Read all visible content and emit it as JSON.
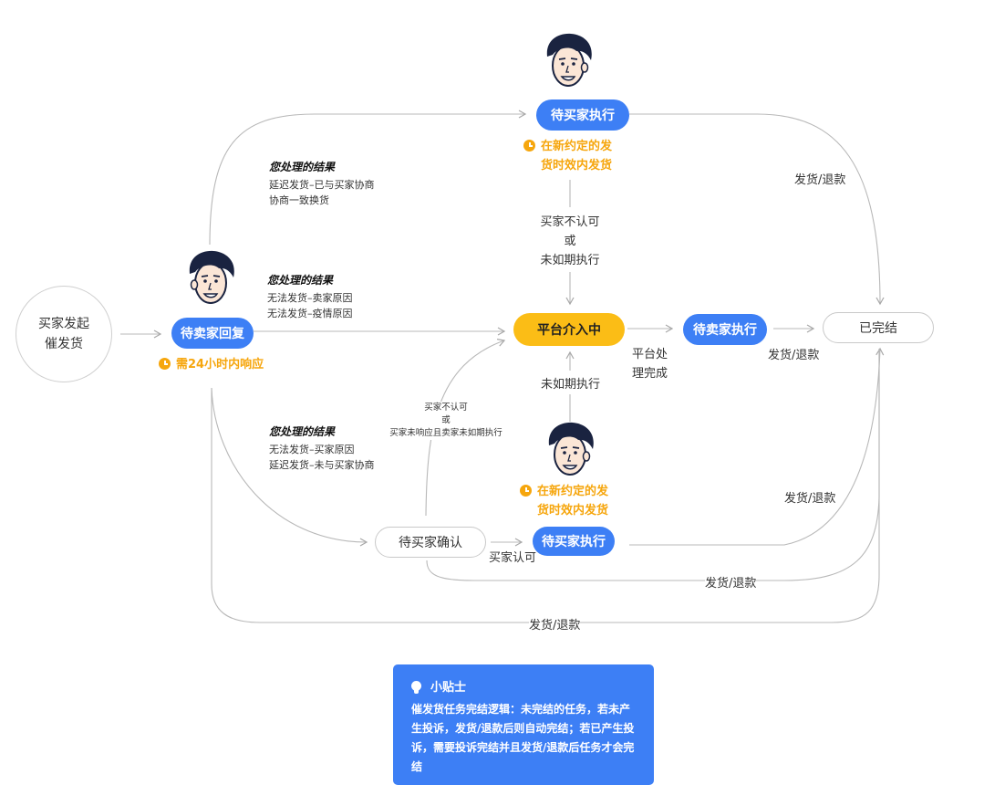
{
  "nodes": {
    "start": {
      "line1": "买家发起",
      "line2": "催发货"
    },
    "wait_seller_reply": "待卖家回复",
    "buyer_exec_top": "待买家执行",
    "platform": "平台介入中",
    "seller_exec": "待卖家执行",
    "done": "已完结",
    "buyer_confirm": "待买家确认",
    "buyer_exec_bottom": "待买家执行"
  },
  "warnings": {
    "reply_24h": "需24小时内响应",
    "top_deadline": {
      "line1": "在新约定的发",
      "line2": "货时效内发货"
    },
    "bottom_deadline": {
      "line1": "在新约定的发",
      "line2": "货时效内发货"
    }
  },
  "notes": {
    "upper": {
      "title": "您处理的结果",
      "line1": "延迟发货–已与买家协商",
      "line2": "协商一致换货"
    },
    "middle": {
      "title": "您处理的结果",
      "line1": "无法发货–卖家原因",
      "line2": "无法发货–疫情原因"
    },
    "lower": {
      "title": "您处理的结果",
      "line1": "无法发货–买家原因",
      "line2": "延迟发货–未与买家协商"
    }
  },
  "edge_labels": {
    "top_right": "发货/退款",
    "top_mid": {
      "line1": "买家不认可",
      "line2": "或",
      "line3": "未如期执行"
    },
    "platform_done": {
      "line1": "平台处",
      "line2": "理完成"
    },
    "seller_done": "发货/退款",
    "bottom_mid": "未如期执行",
    "confirm_small": {
      "line1": "买家不认可",
      "line2": "或",
      "line3": "买家未响应且卖家未如期执行"
    },
    "buyer_ok": "买家认可",
    "bottom_exec_done": "发货/退款",
    "confirm_done": "发货/退款",
    "outer_done": "发货/退款"
  },
  "tip": {
    "title": "小贴士",
    "body": "催发货任务完结逻辑：未完结的任务，若未产生投诉，发货/退款后则自动完结；若已产生投诉，需要投诉完结并且发货/退款后任务才会完结"
  },
  "colors": {
    "blue": "#3d7ff5",
    "yellow": "#fbbd16",
    "orange": "#f6a60d",
    "line": "#b8b8b8",
    "hair": "#1a2340"
  }
}
